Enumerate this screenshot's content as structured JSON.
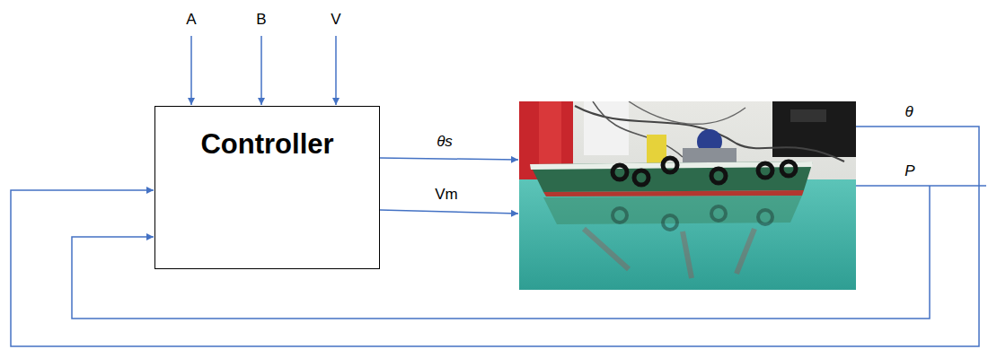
{
  "diagram": {
    "nodes": [
      {
        "text": [
          "Controller"
        ]
      }
    ],
    "labels": [
      "A",
      "B",
      "V",
      "θs",
      "Vm",
      "θ",
      "P"
    ]
  }
}
